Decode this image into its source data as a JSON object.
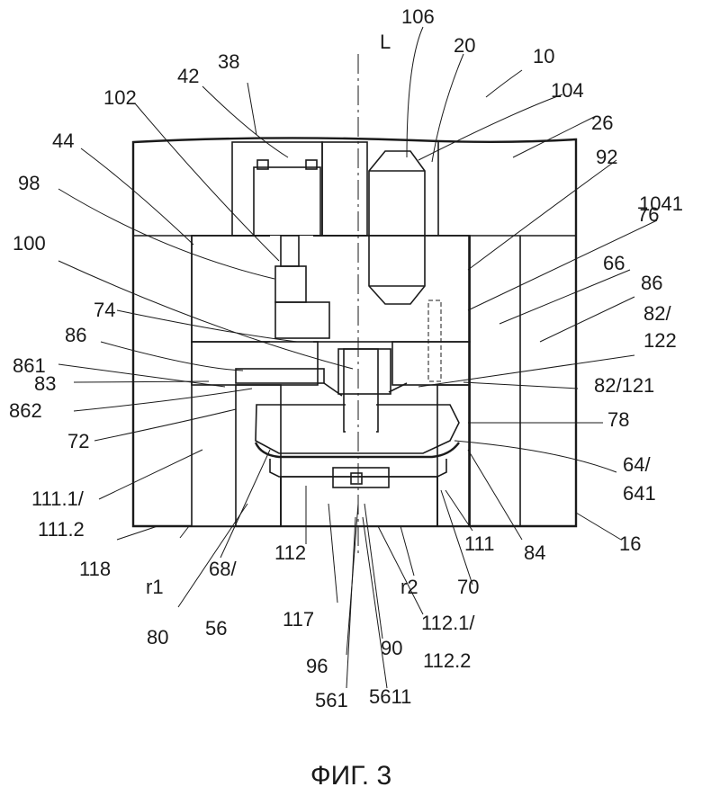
{
  "figure": {
    "caption": "ФИГ. 3",
    "axis_label": "L",
    "labels": {
      "l106": "106",
      "l20": "20",
      "l10": "10",
      "l38": "38",
      "l42": "42",
      "lL": "L",
      "l102": "102",
      "l104": "104",
      "l26": "26",
      "l44": "44",
      "l92": "92",
      "l98": "98",
      "l76": "76",
      "l1041": "1041",
      "l100": "100",
      "l66": "66",
      "l86a": "86",
      "l74": "74",
      "l82_122": "82/",
      "l82_122b": "122",
      "l86b": "86",
      "l861": "861",
      "l82_121": "82/121",
      "l83": "83",
      "l862": "862",
      "l78": "78",
      "l72": "72",
      "l64": "64/",
      "l641": "641",
      "l1111": "111.1/",
      "l1112": "111.2",
      "l16": "16",
      "l118": "118",
      "l112": "112",
      "l111": "111",
      "l84": "84",
      "lr1": "r1",
      "l68": "68/",
      "l56": "56",
      "lr2": "r2",
      "l70": "70",
      "l117": "117",
      "l80": "80",
      "l1121": "112.1/",
      "l1122": "112.2",
      "l96": "96",
      "l90": "90",
      "l561": "561",
      "l5611": "5611"
    }
  }
}
